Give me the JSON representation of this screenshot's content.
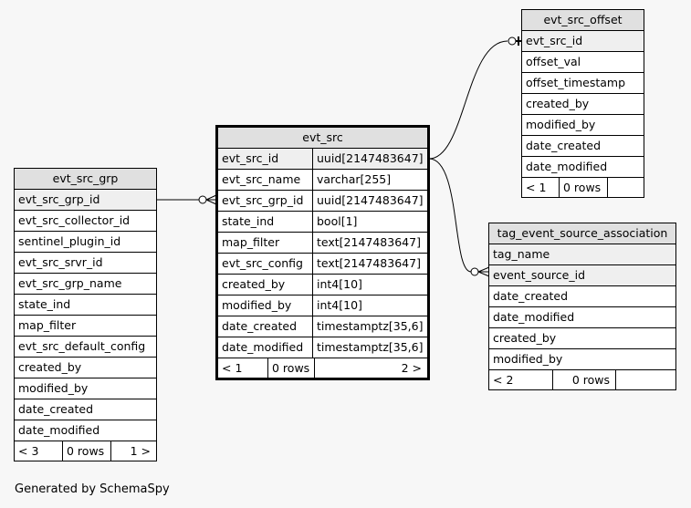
{
  "evt_src_grp": {
    "title": "evt_src_grp",
    "columns": [
      "evt_src_grp_id",
      "evt_src_collector_id",
      "sentinel_plugin_id",
      "evt_src_srvr_id",
      "evt_src_grp_name",
      "state_ind",
      "map_filter",
      "evt_src_default_config",
      "created_by",
      "modified_by",
      "date_created",
      "date_modified"
    ],
    "footer": [
      "< 3",
      "0 rows",
      "1 >"
    ]
  },
  "evt_src": {
    "title": "evt_src",
    "columns": [
      {
        "name": "evt_src_id",
        "type": "uuid[2147483647]"
      },
      {
        "name": "evt_src_name",
        "type": "varchar[255]"
      },
      {
        "name": "evt_src_grp_id",
        "type": "uuid[2147483647]"
      },
      {
        "name": "state_ind",
        "type": "bool[1]"
      },
      {
        "name": "map_filter",
        "type": "text[2147483647]"
      },
      {
        "name": "evt_src_config",
        "type": "text[2147483647]"
      },
      {
        "name": "created_by",
        "type": "int4[10]"
      },
      {
        "name": "modified_by",
        "type": "int4[10]"
      },
      {
        "name": "date_created",
        "type": "timestamptz[35,6]"
      },
      {
        "name": "date_modified",
        "type": "timestamptz[35,6]"
      }
    ],
    "footer": [
      "< 1",
      "0 rows",
      "2 >"
    ]
  },
  "evt_src_offset": {
    "title": "evt_src_offset",
    "columns": [
      "evt_src_id",
      "offset_val",
      "offset_timestamp",
      "created_by",
      "modified_by",
      "date_created",
      "date_modified"
    ],
    "footer": [
      "< 1",
      "0 rows",
      ""
    ]
  },
  "tag_event_source_association": {
    "title": "tag_event_source_association",
    "columns": [
      "tag_name",
      "event_source_id",
      "date_created",
      "date_modified",
      "created_by",
      "modified_by"
    ],
    "footer": [
      "< 2",
      "0 rows",
      ""
    ]
  },
  "footer_note": "Generated by SchemaSpy"
}
